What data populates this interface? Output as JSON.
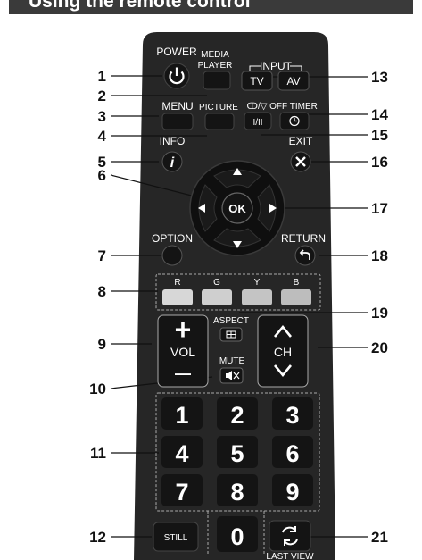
{
  "header": {
    "title": "Using the remote control"
  },
  "labels": {
    "power": "POWER",
    "media_player_line1": "MEDIA",
    "media_player_line2": "PLAYER",
    "input": "INPUT",
    "tv": "TV",
    "av": "AV",
    "menu": "MENU",
    "picture": "PICTURE",
    "standby_symbols": "ↀ/▽",
    "standby_key": "I/II",
    "off_timer": "OFF TIMER",
    "info": "INFO",
    "exit": "EXIT",
    "ok": "OK",
    "option": "OPTION",
    "return": "RETURN",
    "r": "R",
    "g": "G",
    "y": "Y",
    "b": "B",
    "aspect": "ASPECT",
    "vol": "VOL",
    "vol_plus": "+",
    "vol_minus": "—",
    "mute": "MUTE",
    "ch": "CH",
    "still": "STILL",
    "last_view": "LAST VIEW"
  },
  "digits": [
    "1",
    "2",
    "3",
    "4",
    "5",
    "6",
    "7",
    "8",
    "9",
    "0"
  ],
  "callouts": [
    "1",
    "2",
    "3",
    "4",
    "5",
    "6",
    "7",
    "8",
    "9",
    "10",
    "11",
    "12",
    "13",
    "14",
    "15",
    "16",
    "17",
    "18",
    "19",
    "20",
    "21"
  ],
  "colors": {
    "remote_body": "#262626",
    "key": "#141414",
    "red": "#d7d7d7",
    "green": "#cfcfcf",
    "yellow": "#c4c4c4",
    "blue": "#bdbdbd"
  }
}
